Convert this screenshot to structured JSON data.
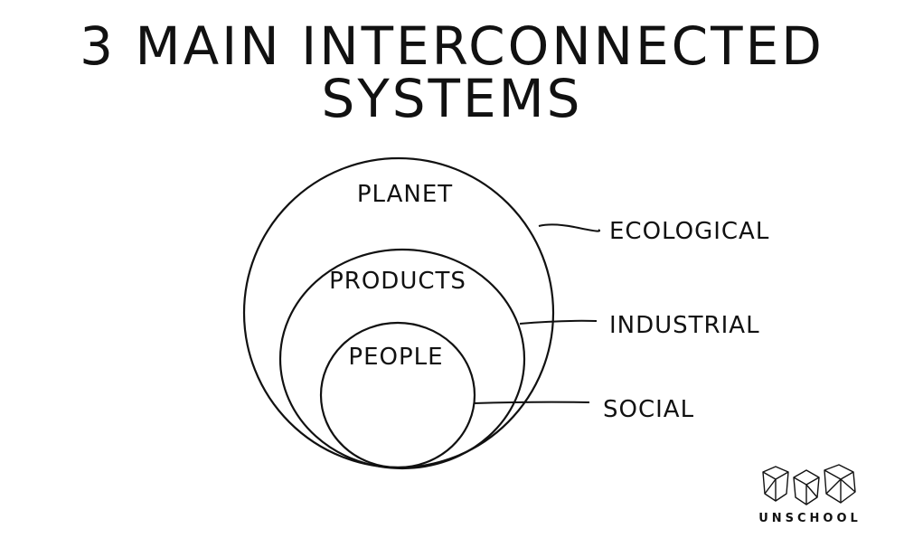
{
  "title": "3 MAIN INTERCONNECTED SYSTEMS",
  "circles": {
    "outer": "PLANET",
    "middle": "PRODUCTS",
    "inner": "PEOPLE"
  },
  "systems": {
    "outer": "ECOLOGICAL",
    "middle": "INDUSTRIAL",
    "inner": "SOCIAL"
  },
  "logo": {
    "text": "UNSCHOOL",
    "icon": "polyhedra-logo-icon"
  },
  "colors": {
    "ink": "#111111",
    "background": "#ffffff"
  }
}
